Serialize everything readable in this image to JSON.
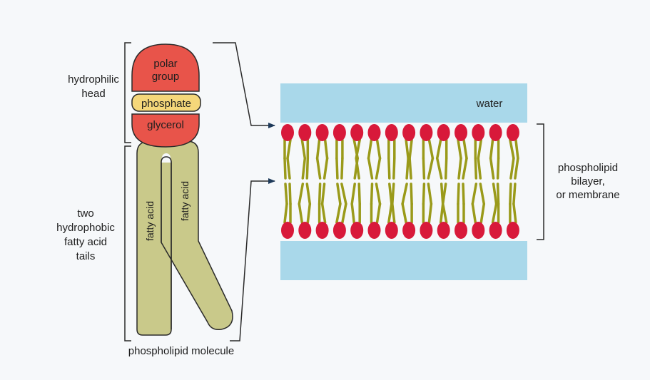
{
  "labels": {
    "hydrophilic_head": [
      "hydrophilic",
      "head"
    ],
    "hydrophobic_tails": [
      "two",
      "hydrophobic",
      "fatty acid",
      "tails"
    ],
    "molecule": "phospholipid molecule",
    "bilayer": [
      "phospholipid",
      "bilayer,",
      "or membrane"
    ],
    "water": "water"
  },
  "parts": {
    "polar_group": [
      "polar",
      "group"
    ],
    "phosphate": "phosphate",
    "glycerol": "glycerol",
    "fatty_acid_left": "fatty acid",
    "fatty_acid_right": "fatty acid"
  },
  "colors": {
    "background": "#f6f8fa",
    "head_red": "#e8544a",
    "phosphate_yellow": "#f5d77a",
    "tail_green": "#c9c98a",
    "water_blue": "#a9d8ea",
    "bead_red": "#d8193a",
    "bilayer_tail": "#9a9a1a",
    "outline": "#2a2a2a"
  },
  "bilayer": {
    "heads_per_leaflet": 14
  }
}
